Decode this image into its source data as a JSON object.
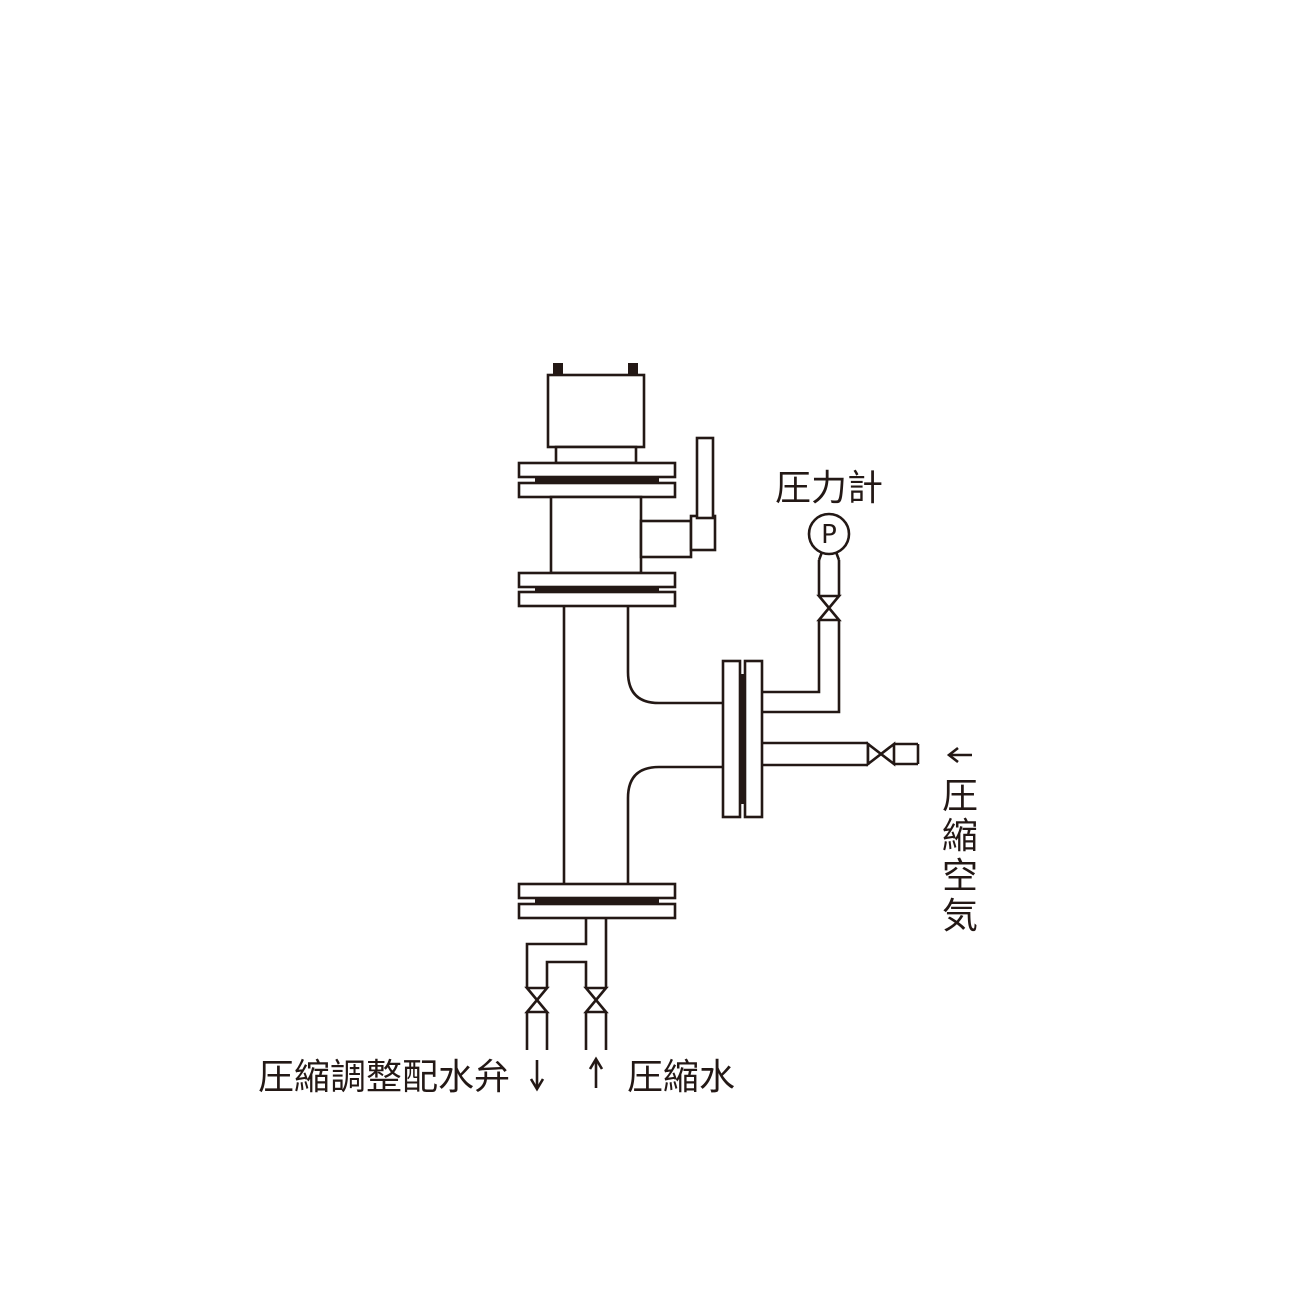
{
  "labels": {
    "pressure_gauge": "圧力計",
    "gauge_symbol": "P",
    "compressed_air": "圧縮空気",
    "compression_adjust_valve": "圧縮調整配水弁",
    "compressed_water": "圧縮水"
  },
  "colors": {
    "line": "#231815",
    "background": "#ffffff"
  }
}
